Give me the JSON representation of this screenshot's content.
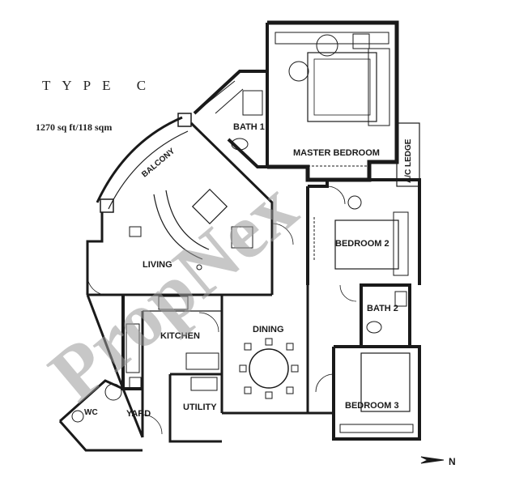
{
  "plan": {
    "type_label": "TYPE C",
    "area_label": "1270 sq ft/118 sqm",
    "north_label": "N",
    "watermark": "PropNex"
  },
  "rooms": {
    "master_bedroom": "MASTER BEDROOM",
    "bath1": "BATH 1",
    "balcony": "BALCONY",
    "living": "LIVING",
    "ac_ledge": "A/C LEDGE",
    "bedroom2": "BEDROOM 2",
    "bath2": "BATH 2",
    "kitchen": "KITCHEN",
    "dining": "DINING",
    "bedroom3": "BEDROOM 3",
    "utility": "UTILITY",
    "wc": "WC",
    "yard": "YARD"
  },
  "colors": {
    "ink": "#1a1a1a",
    "watermark": "#9a9a9a",
    "background": "#ffffff"
  }
}
